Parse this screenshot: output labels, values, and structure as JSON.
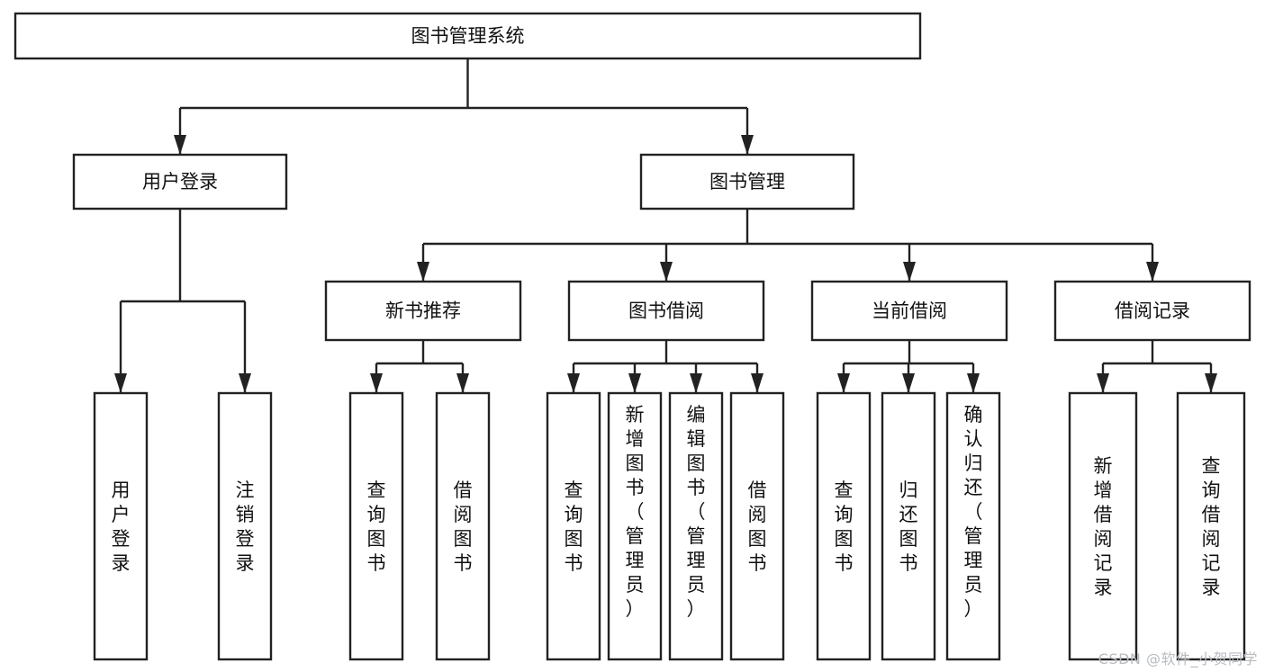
{
  "diagram": {
    "type": "tree",
    "title": "图书管理系统",
    "watermark": "CSDN @软件_小贺同学",
    "colors": {
      "background": "#ffffff",
      "box_fill": "#ffffff",
      "box_stroke": "#222222",
      "text": "#111111",
      "watermark": "#b9bcc0"
    },
    "nodes": {
      "root": {
        "label": "图书管理系统",
        "orientation": "horizontal"
      },
      "level1": [
        {
          "label": "用户登录",
          "orientation": "horizontal"
        },
        {
          "label": "图书管理",
          "orientation": "horizontal"
        }
      ],
      "level2": [
        {
          "label": "新书推荐",
          "orientation": "horizontal"
        },
        {
          "label": "图书借阅",
          "orientation": "horizontal"
        },
        {
          "label": "当前借阅",
          "orientation": "horizontal"
        },
        {
          "label": "借阅记录",
          "orientation": "horizontal"
        }
      ],
      "leaves_user_login": [
        {
          "label": "用户登录",
          "orientation": "vertical",
          "align": "middle"
        },
        {
          "label": "注销登录",
          "orientation": "vertical",
          "align": "middle"
        }
      ],
      "leaves_new_book": [
        {
          "label": "查询图书",
          "orientation": "vertical",
          "align": "middle"
        },
        {
          "label": "借阅图书",
          "orientation": "vertical",
          "align": "middle"
        }
      ],
      "leaves_borrow": [
        {
          "label": "查询图书",
          "orientation": "vertical",
          "align": "middle"
        },
        {
          "label": "新增图书（管理员）",
          "orientation": "vertical",
          "align": "top"
        },
        {
          "label": "编辑图书（管理员）",
          "orientation": "vertical",
          "align": "top"
        },
        {
          "label": "借阅图书",
          "orientation": "vertical",
          "align": "middle"
        }
      ],
      "leaves_current": [
        {
          "label": "查询图书",
          "orientation": "vertical",
          "align": "middle"
        },
        {
          "label": "归还图书",
          "orientation": "vertical",
          "align": "middle"
        },
        {
          "label": "确认归还（管理员）",
          "orientation": "vertical",
          "align": "top"
        }
      ],
      "leaves_record": [
        {
          "label": "新增借阅记录",
          "orientation": "vertical",
          "align": "middle"
        },
        {
          "label": "查询借阅记录",
          "orientation": "vertical",
          "align": "middle"
        }
      ]
    },
    "edges": [
      {
        "from": "图书管理系统",
        "to": "用户登录"
      },
      {
        "from": "图书管理系统",
        "to": "图书管理"
      },
      {
        "from": "用户登录",
        "to": "用户登录"
      },
      {
        "from": "用户登录",
        "to": "注销登录"
      },
      {
        "from": "图书管理",
        "to": "新书推荐"
      },
      {
        "from": "图书管理",
        "to": "图书借阅"
      },
      {
        "from": "图书管理",
        "to": "当前借阅"
      },
      {
        "from": "图书管理",
        "to": "借阅记录"
      },
      {
        "from": "新书推荐",
        "to": "查询图书"
      },
      {
        "from": "新书推荐",
        "to": "借阅图书"
      },
      {
        "from": "图书借阅",
        "to": "查询图书"
      },
      {
        "from": "图书借阅",
        "to": "新增图书（管理员）"
      },
      {
        "from": "图书借阅",
        "to": "编辑图书（管理员）"
      },
      {
        "from": "图书借阅",
        "to": "借阅图书"
      },
      {
        "from": "当前借阅",
        "to": "查询图书"
      },
      {
        "from": "当前借阅",
        "to": "归还图书"
      },
      {
        "from": "当前借阅",
        "to": "确认归还（管理员）"
      },
      {
        "from": "借阅记录",
        "to": "新增借阅记录"
      },
      {
        "from": "借阅记录",
        "to": "查询借阅记录"
      }
    ]
  }
}
